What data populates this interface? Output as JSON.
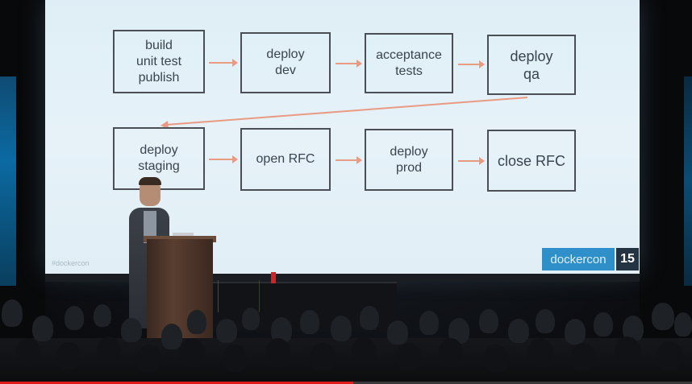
{
  "slide": {
    "row1": [
      {
        "label": "build\nunit test\npublish"
      },
      {
        "label": "deploy\ndev"
      },
      {
        "label": "acceptance\ntests"
      },
      {
        "label": "deploy\nqa"
      }
    ],
    "row2": [
      {
        "label": "deploy\nstaging"
      },
      {
        "label": "open RFC"
      },
      {
        "label": "deploy\nprod"
      },
      {
        "label": "close RFC"
      }
    ],
    "hashtag": "#dockercon",
    "logo_word": "dockercon",
    "logo_number": "15"
  },
  "video": {
    "progress_fraction": 0.51
  }
}
